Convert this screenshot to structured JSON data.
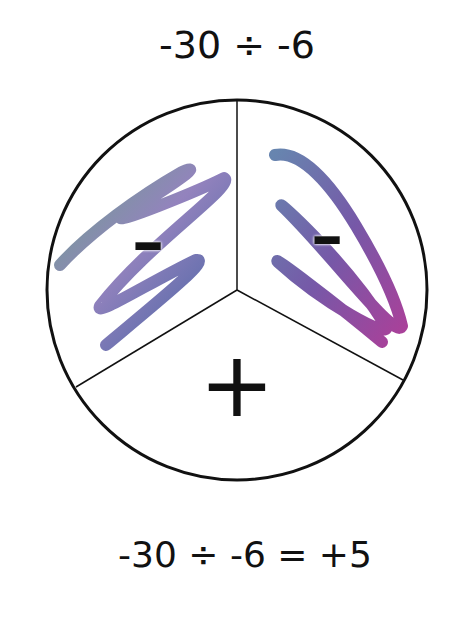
{
  "diagram": {
    "title": "-30 ÷ -6",
    "caption": "-30 ÷ -6 = +5",
    "nodes": [
      {
        "text": [
          "-"
        ]
      },
      {
        "text": [
          "-"
        ]
      },
      {
        "text": [
          "+"
        ]
      }
    ]
  }
}
